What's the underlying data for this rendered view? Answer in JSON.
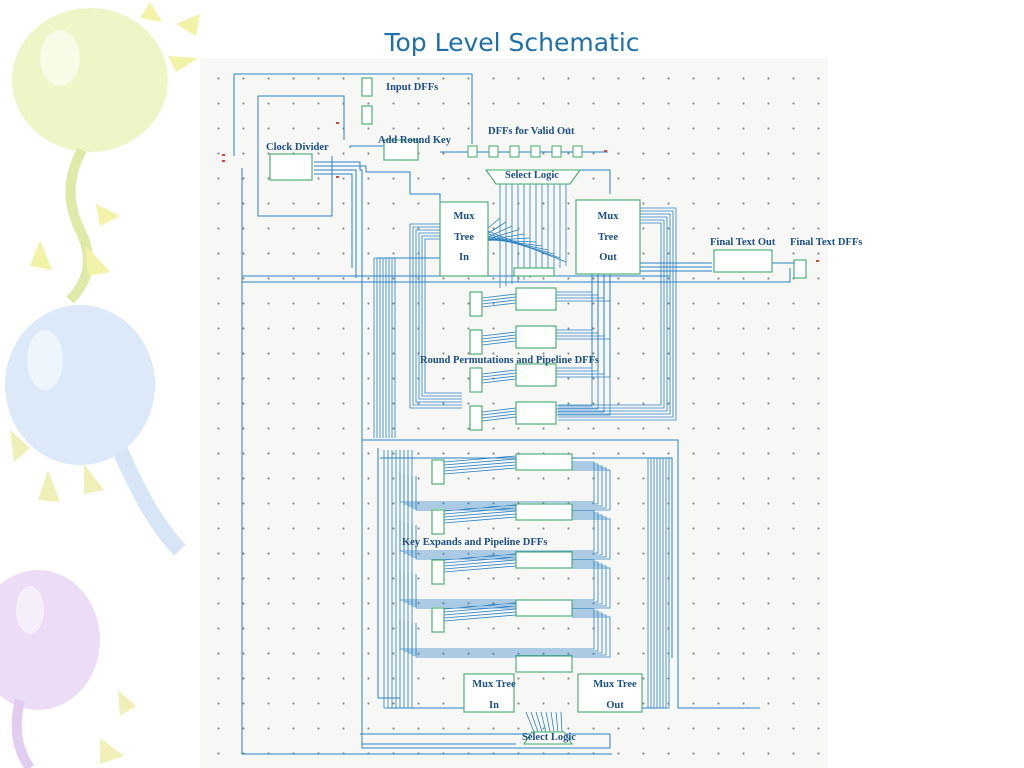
{
  "slide": {
    "title": "Top Level Schematic"
  },
  "theme": {
    "wire": "#2a82c4",
    "block": "#3faa6b",
    "pin": "#d6453d",
    "label": "#1c4f86",
    "title": "#1f6fa8"
  },
  "decorations": {
    "balloons": [
      "yellow-balloon-icon",
      "blue-balloon-icon",
      "purple-balloon-icon"
    ]
  },
  "labels": {
    "input_dffs": "Input DFFs",
    "dffs_valid_out": "DFFs for Valid Out",
    "clock_divider": "Clock Divider",
    "add_round_key": "Add Round Key",
    "select_logic_top": "Select Logic",
    "final_text_out": "Final Text Out",
    "final_text_dffs": "Final Text DFFs",
    "round_permutations": "Round Permutations and Pipeline DFFs",
    "key_expands": "Key Expands and Pipeline DFFs",
    "select_logic_bottom": "Select Logic"
  },
  "mux_blocks": {
    "mux_in_top": [
      "Mux",
      "Tree",
      "In"
    ],
    "mux_out_top": [
      "Mux",
      "Tree",
      "Out"
    ],
    "mux_in_bottom": [
      "Mux Tree",
      "In"
    ],
    "mux_out_bottom": [
      "Mux Tree",
      "Out"
    ]
  }
}
